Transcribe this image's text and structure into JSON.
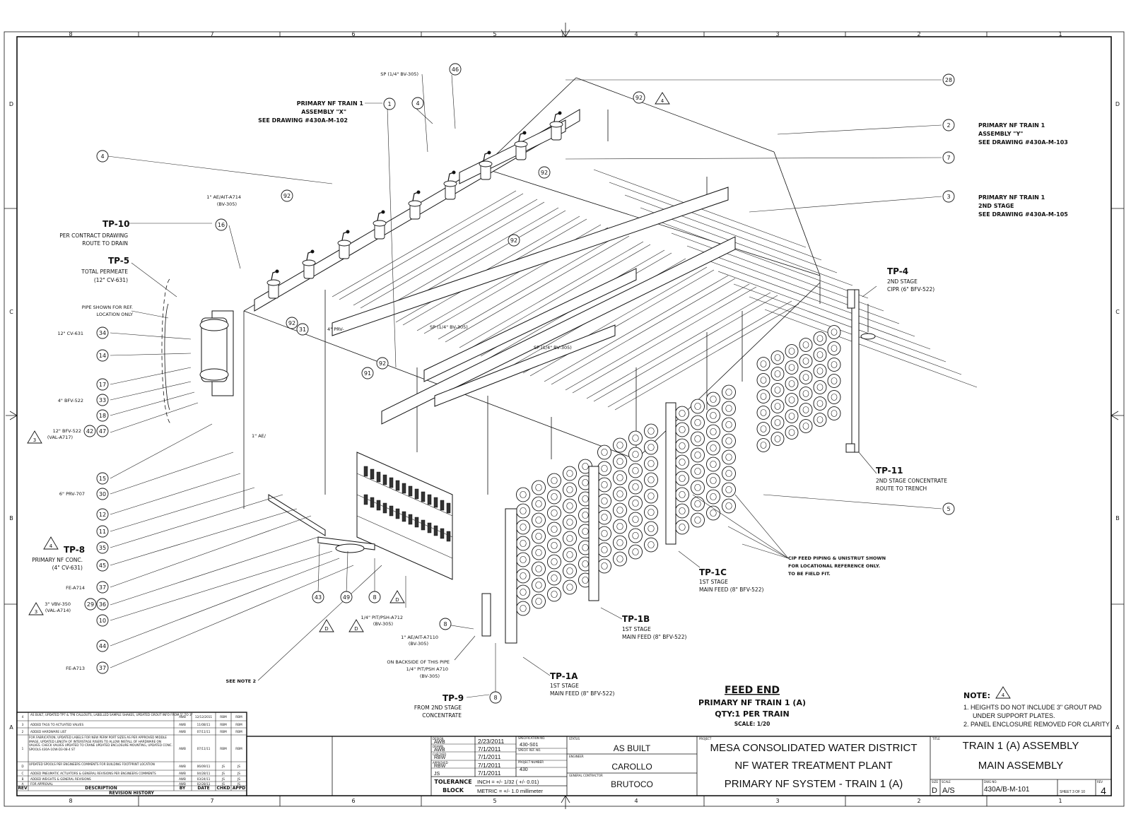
{
  "drawing": {
    "title_top": "FEED END",
    "title_main": "PRIMARY NF TRAIN 1 (A)",
    "qty": "QTY:1 PER TRAIN",
    "scale": "SCALE: 1/20"
  },
  "border": {
    "col_labels": [
      "8",
      "7",
      "6",
      "5",
      "4",
      "3",
      "2",
      "1"
    ],
    "row_labels": [
      "D",
      "C",
      "B",
      "A"
    ]
  },
  "notes": {
    "heading": "NOTE:",
    "rev_marker": "4",
    "items": [
      "1. HEIGHTS DO NOT INCLUDE 3\" GROUT PAD",
      "UNDER SUPPORT PLATES.",
      "2. PANEL ENCLOSURE REMOVED FOR CLARITY"
    ]
  },
  "callouts_top": [
    {
      "lines": [
        "PRIMARY NF TRAIN 1",
        "ASSEMBLY \"X\"",
        "SEE DRAWING #430A-M-102"
      ]
    },
    {
      "lines": [
        "PRIMARY NF TRAIN 1",
        "ASSEMBLY \"Y\"",
        "SEE DRAWING #430A-M-103"
      ]
    },
    {
      "lines": [
        "PRIMARY NF TRAIN 1",
        "2ND STAGE",
        "SEE DRAWING #430A-M-105"
      ]
    }
  ],
  "test_points": [
    {
      "tag": "TP-10",
      "lines": [
        "PER CONTRACT DRAWING",
        "ROUTE TO DRAIN"
      ]
    },
    {
      "tag": "TP-5",
      "lines": [
        "TOTAL PERMEATE",
        "(12\" CV-631)"
      ]
    },
    {
      "tag": "TP-4",
      "lines": [
        "2ND STAGE",
        "CIPR (6\" BFV-522)"
      ]
    },
    {
      "tag": "TP-11",
      "lines": [
        "2ND STAGE CONCENTRATE",
        "ROUTE TO TRENCH"
      ]
    },
    {
      "tag": "TP-8",
      "lines": [
        "PRIMARY NF CONC.",
        "(4\" CV-631)"
      ]
    },
    {
      "tag": "TP-1C",
      "lines": [
        "1ST STAGE",
        "MAIN FEED (8\" BFV-522)"
      ]
    },
    {
      "tag": "TP-1B",
      "lines": [
        "1ST STAGE",
        "MAIN FEED (8\" BFV-522)"
      ]
    },
    {
      "tag": "TP-1A",
      "lines": [
        "1ST STAGE",
        "MAIN FEED (8\" BFV-522)"
      ]
    },
    {
      "tag": "TP-9",
      "lines": [
        "FROM 2ND STAGE",
        "CONCENTRATE"
      ]
    }
  ],
  "small_labels": {
    "pipe_ref": [
      "PIPE SHOWN FOR REF.",
      "LOCATION ONLY"
    ],
    "cv631": "12\" CV-631",
    "bfv522_4": "4\" BFV-522",
    "bfv522_12": [
      "12\" BFV-522",
      "(VAL-A717)"
    ],
    "prv707": "6\" PRV-707",
    "fe_a714": "FE-A714",
    "fe_a713": "FE-A713",
    "vbv350": [
      "3\" VBV-350",
      "(VAL-A714)"
    ],
    "see_note": "SEE NOTE 2",
    "ae_ait_a714": [
      "1\" AE/AIT-A714",
      "(BV-305)"
    ],
    "sp_top": "SP (1/4\" BV-305)",
    "sp_mid1": "SP (1/4\" BV-305)",
    "sp_mid2": "SP (1/4\" BV-305)",
    "pit_psh_a712": [
      "1/4\" PIT/PSH-A712",
      "(BV-305)"
    ],
    "ae_ait_a7110": [
      "1\" AE/AIT-A7110",
      "(BV-305)"
    ],
    "backside": [
      "ON BACKSIDE OF THIS PIPE",
      "1/4\" PIT/PSH A710",
      "(BV-305)"
    ],
    "cip_feed": [
      "CIP FEED PIPING & UNISTRUT SHOWN",
      "FOR LOCATIONAL REFERENCE ONLY.",
      "TO BE FIELD FIT."
    ],
    "mid_4prv": "4\" PRV-",
    "mid_1ae": "1\" AE/"
  },
  "bubbles": {
    "left": [
      "4",
      "16",
      "34",
      "14",
      "17",
      "33",
      "18",
      "42",
      "47",
      "15",
      "30",
      "12",
      "11",
      "35",
      "45",
      "37",
      "29",
      "36",
      "10",
      "44",
      "37"
    ],
    "top": [
      "46",
      "1",
      "4",
      "92",
      "28",
      "2",
      "7",
      "3",
      "92",
      "92",
      "92",
      "91",
      "92",
      "31",
      "92",
      "5"
    ],
    "bottom": [
      "43",
      "49",
      "8",
      "8",
      "8"
    ],
    "rev_tri": [
      "4",
      "3",
      "4",
      "3",
      "D",
      "D",
      "D"
    ]
  },
  "revision_history": {
    "rows": [
      {
        "rev": "4",
        "desc": "AS BUILT, UPDATED TP7 & TP8 CALLOUTS, LABELLED SAMPLE SHAKES, UPDATED GROUT INFO FROM 5\" TO 3\"",
        "by": "AWB",
        "date": "12/12/2011",
        "chkd": "RBM",
        "appd": "RBM"
      },
      {
        "rev": "3",
        "desc": "ADDED TAGS TO ACTUATED VALVES",
        "by": "AWB",
        "date": "11/08/11",
        "chkd": "RBM",
        "appd": "RBM"
      },
      {
        "rev": "2",
        "desc": "ADDED HARDWARE LIST",
        "by": "AWB",
        "date": "07/11/11",
        "chkd": "RBM",
        "appd": "RBM"
      },
      {
        "rev": "1",
        "desc": "FOR FABRICATION, UPDATED LABELS FOR NEW PERM PORT SIZES AS PER APPROVED MIDDLE IMAGE, UPDATED LENGTH OF INTERSTAGE RISERS TO ALLOW INSTALL OF HARDWARE ON VALVES. CHECK VALVES UPDATED TO CRANE UPDATED ENCLOSURE MOUNTING, UPDATED CONC. SPOOLS 430A-1OW-D3-08-4 ST",
        "by": "AWB",
        "date": "07/11/11",
        "chkd": "RBM",
        "appd": "RBM"
      },
      {
        "rev": "D",
        "desc": "UPDATED SPOOLS PER ENGINEERS COMMENTS FOR BUILDING FOOTPRINT LOCATION",
        "by": "AWB",
        "date": "06/09/11",
        "chkd": "JS",
        "appd": "JS"
      },
      {
        "rev": "C",
        "desc": "ADDED PNEUMATIC ACTUATORS & GENERAL REVISIONS PER ENGINEERS COMMENTS",
        "by": "AWB",
        "date": "04/28/11",
        "chkd": "JS",
        "appd": "JS"
      },
      {
        "rev": "B",
        "desc": "ADDED WEIGHTS & GENERAL REVISIONS",
        "by": "AWB",
        "date": "03/24/11",
        "chkd": "JS",
        "appd": "JS"
      },
      {
        "rev": "A",
        "desc": "FOR APPROVAL",
        "by": "AWB",
        "date": "02/28/11",
        "chkd": "JS",
        "appd": "JS"
      }
    ],
    "headers": {
      "rev": "REV",
      "desc": "DESCRIPTION",
      "by": "BY",
      "date": "DATE",
      "chkd": "CHKD",
      "appd": "APPD"
    },
    "title": "REVISION HISTORY"
  },
  "title_block": {
    "sign_rows": [
      {
        "role": "DESIGN",
        "init": "AWB",
        "date": "2/23/2011"
      },
      {
        "role": "DRAWN",
        "init": "AWB",
        "date": "7/1/2011"
      },
      {
        "role": "CHECKED",
        "init": "RBW",
        "date": "7/1/2011"
      },
      {
        "role": "APPROVED",
        "init": "RBW",
        "date": "7/1/2011"
      },
      {
        "role": "",
        "init": "JS",
        "date": "7/1/2011"
      }
    ],
    "spec_no_label": "SPECIFICATION NO.",
    "spec_no": "430-S01",
    "spec_ref_label": "SPECIF. REF. NO.",
    "project_no_label": "PROJECT NUMBER",
    "project_no": "430",
    "tolerance_label": [
      "TOLERANCE",
      "BLOCK"
    ],
    "tolerance_inch": "INCH = +/- 1/32 ( +/- 0.01)",
    "tolerance_metric": "METRIC = +/- 1.0 millimeter",
    "status_label": "STATUS",
    "status": "AS BUILT",
    "engineer_label": "ENGINEER",
    "engineer": "CAROLLO",
    "contractor_label": "GENERAL CONTRACTOR",
    "contractor": "BRUTOCO",
    "project_label": "PROJECT",
    "project_lines": [
      "MESA CONSOLIDATED WATER DISTRICT",
      "NF WATER TREATMENT PLANT",
      "PRIMARY NF SYSTEM - TRAIN 1 (A)"
    ],
    "title_label": "TITLE",
    "title_lines": [
      "TRAIN 1 (A) ASSEMBLY",
      "MAIN ASSEMBLY"
    ],
    "size_label": "SIZE",
    "size": "D",
    "scale_label": "SCALE",
    "scale": "A/S",
    "dwg_no_label": "DWG NO.",
    "dwg_no": "430A/B-M-101",
    "sheet": "SHEET 3  OF  10",
    "rev_label": "REV",
    "rev": "4"
  }
}
